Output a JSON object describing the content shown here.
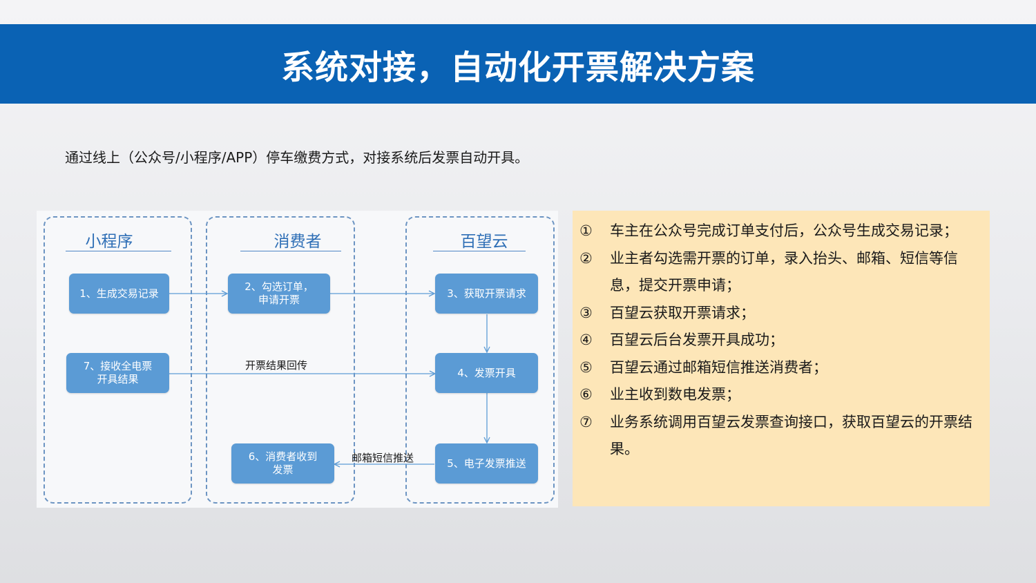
{
  "title": "系统对接，自动化开票解决方案",
  "intro": "通过线上（公众号/小程序/APP）停车缴费方式，对接系统后发票自动开具。",
  "diagram": {
    "lanes": [
      "小程序",
      "消费者",
      "百望云"
    ],
    "nodes": {
      "n1": "1、生成交易记录",
      "n2": "2、勾选订单，\n申请开票",
      "n3": "3、获取开票请求",
      "n4": "4、发票开具",
      "n5": "5、电子发票推送",
      "n6": "6、消费者收到\n发票",
      "n7": "7、接收全电票\n开具结果"
    },
    "edge_labels": {
      "result_return": "开票结果回传",
      "email_sms_push": "邮箱短信推送"
    }
  },
  "steps": [
    {
      "num": "①",
      "text": "车主在公众号完成订单支付后，公众号生成交易记录；"
    },
    {
      "num": "②",
      "text": "业主者勾选需开票的订单，录入抬头、邮箱、短信等信息，提交开票申请；"
    },
    {
      "num": "③",
      "text": "百望云获取开票请求；"
    },
    {
      "num": "④",
      "text": "百望云后台发票开具成功；"
    },
    {
      "num": "⑤",
      "text": "百望云通过邮箱短信推送消费者；"
    },
    {
      "num": "⑥",
      "text": "业主收到数电发票；"
    },
    {
      "num": "⑦",
      "text": "业务系统调用百望云发票查询接口，获取百望云的开票结果。"
    }
  ],
  "colors": {
    "banner": "#0a62b4",
    "node": "#5b9bd5",
    "lane_border": "#6c94c2",
    "panel": "#fde6b8"
  }
}
